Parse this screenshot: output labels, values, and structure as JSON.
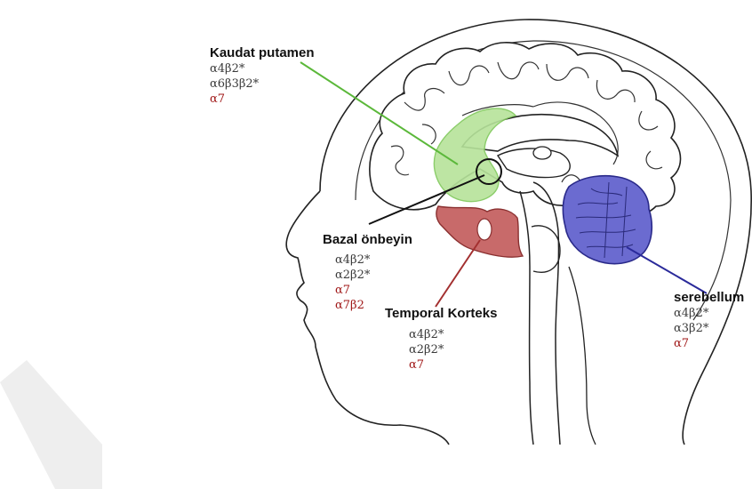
{
  "regions": {
    "kaudat": {
      "title": "Kaudat putamen",
      "color": "#7fc85a",
      "line_color": "#5bb83a",
      "subunits": [
        "α4β2*",
        "α6β3β2*",
        "α7"
      ]
    },
    "bazal": {
      "title": "Bazal önbeyin",
      "color": "#ffffff",
      "line_color": "#111111",
      "subunits": [
        "α4β2*",
        "α2β2*",
        "α7",
        "α7β2"
      ]
    },
    "temporal": {
      "title": "Temporal Korteks",
      "color": "#c86a6a",
      "line_color": "#a33030",
      "subunits": [
        "α4β2*",
        "α2β2*",
        "α7"
      ]
    },
    "serebellum": {
      "title": "serebellum",
      "color": "#5a5ab8",
      "line_color": "#2a2a9a",
      "subunits": [
        "α4β2*",
        "α3β2*",
        "α7"
      ]
    }
  },
  "subunit_colors": {
    "dark": "#3a3a3a",
    "red": "#a01818"
  }
}
